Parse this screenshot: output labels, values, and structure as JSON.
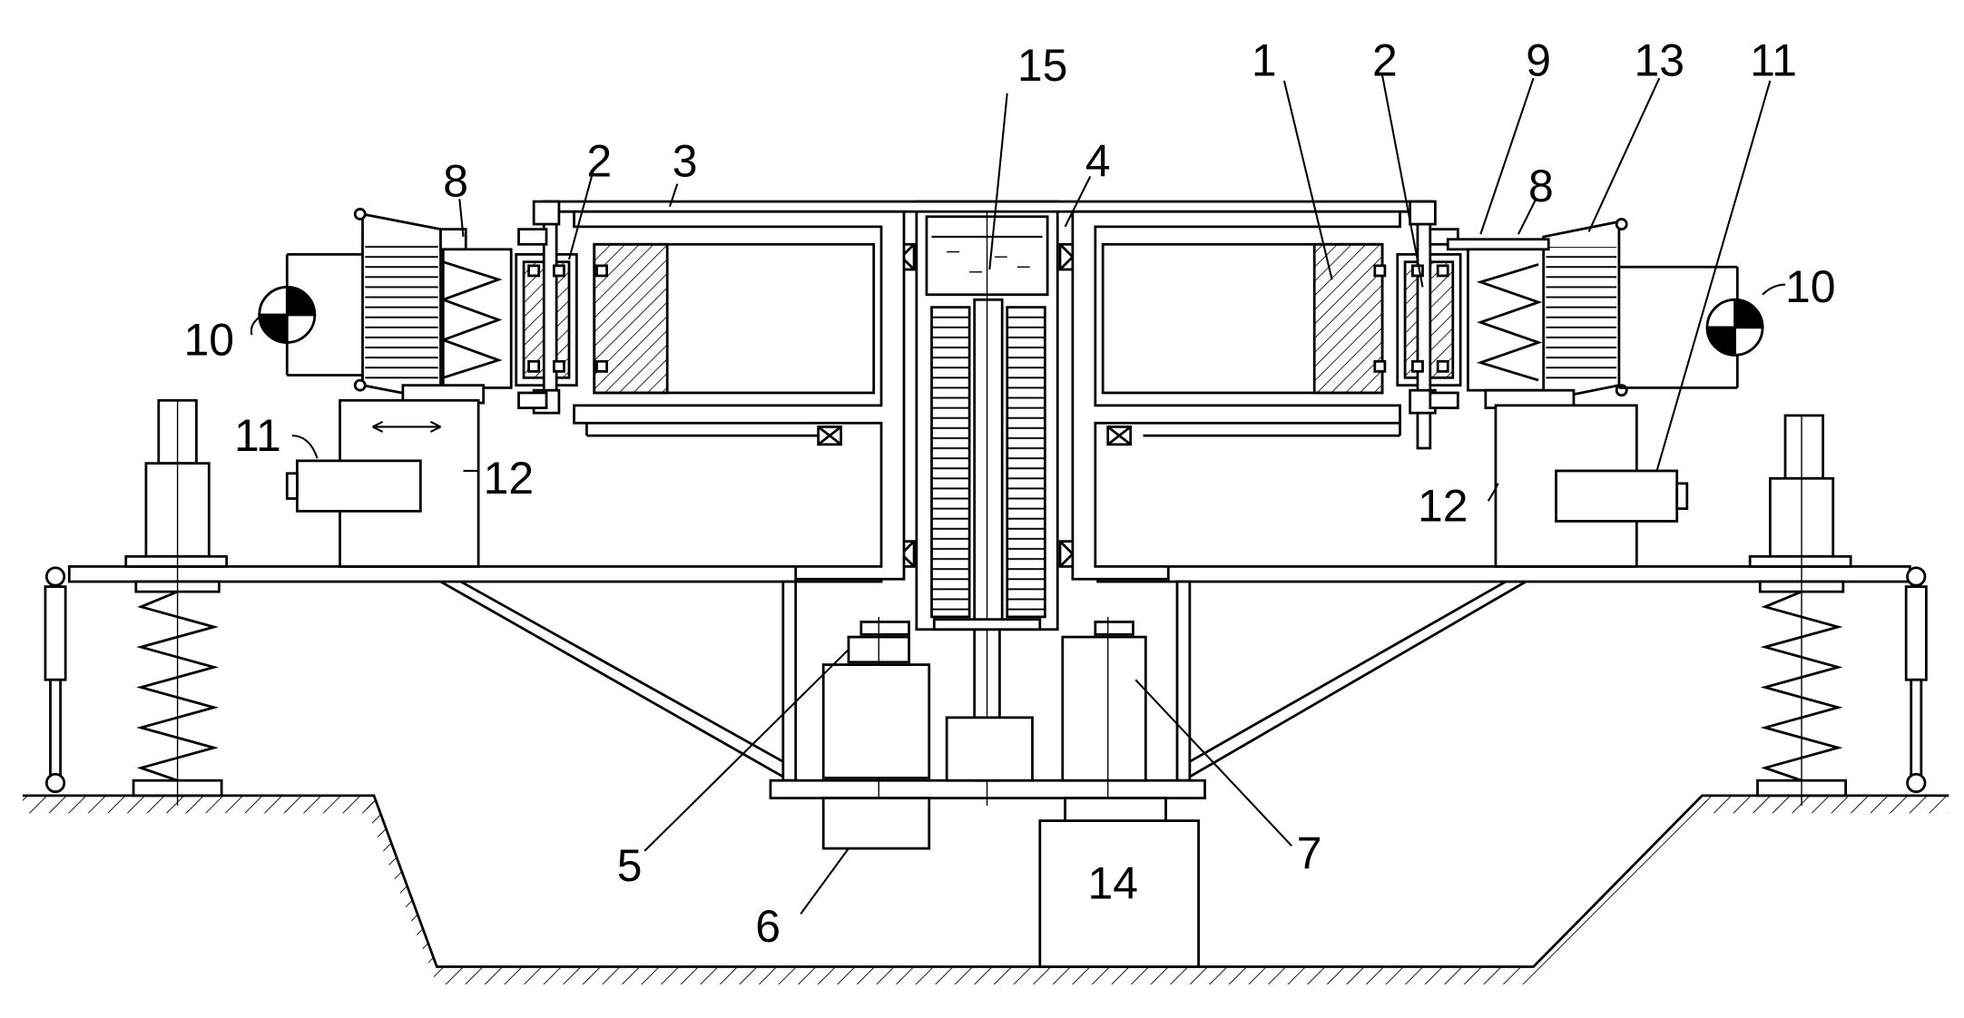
{
  "colors": {
    "ink": "#000000",
    "paper": "#ffffff"
  },
  "callouts": {
    "c1": "1",
    "c2_left": "2",
    "c2_right": "2",
    "c3": "3",
    "c4": "4",
    "c5": "5",
    "c6": "6",
    "c7": "7",
    "c8_left": "8",
    "c8_right": "8",
    "c9": "9",
    "c10_left": "10",
    "c10_right": "10",
    "c11_left": "11",
    "c11_right": "11",
    "c12_left": "12",
    "c12_right": "12",
    "c13": "13",
    "c14": "14",
    "c15": "15"
  }
}
